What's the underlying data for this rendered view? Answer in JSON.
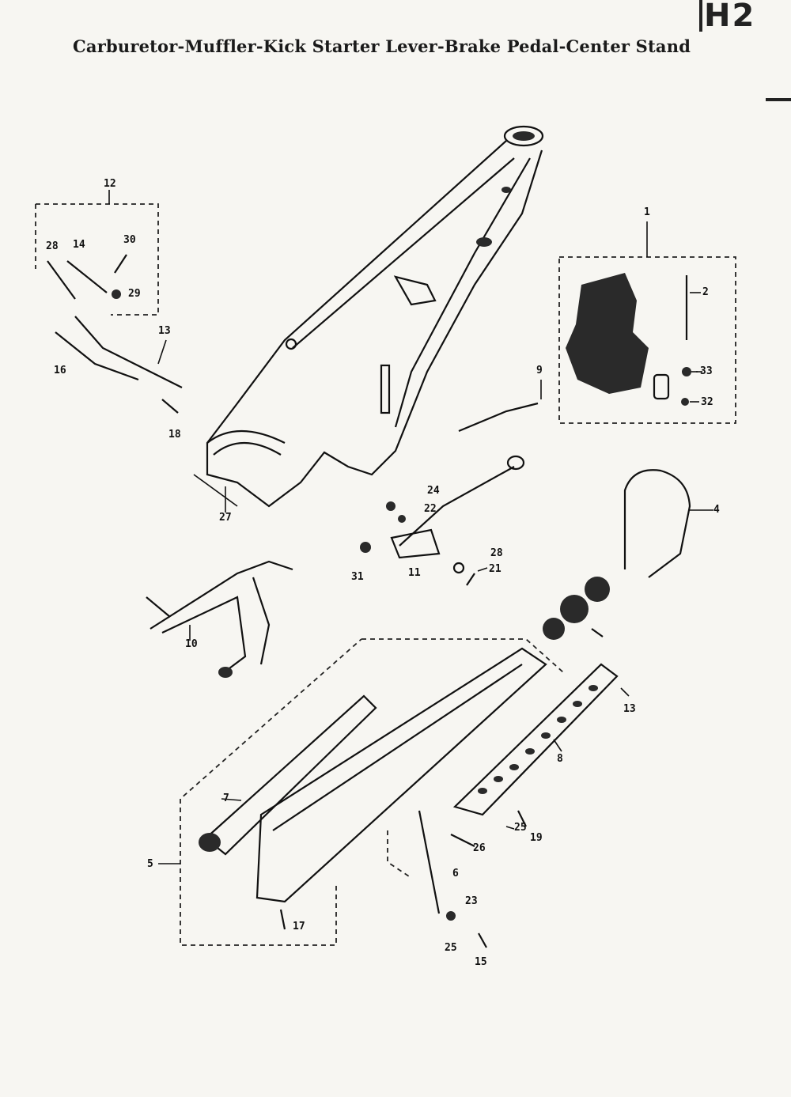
{
  "page": {
    "title": "Carburetor-Muffler-Kick Starter Lever-Brake Pedal-Center Stand",
    "code": "H2"
  },
  "callouts": [
    {
      "id": "c1",
      "label": "1"
    },
    {
      "id": "c2",
      "label": "2"
    },
    {
      "id": "c33",
      "label": "33"
    },
    {
      "id": "c32",
      "label": "32"
    },
    {
      "id": "c4",
      "label": "4"
    },
    {
      "id": "c12",
      "label": "12"
    },
    {
      "id": "c28a",
      "label": "28"
    },
    {
      "id": "c14",
      "label": "14"
    },
    {
      "id": "c30",
      "label": "30"
    },
    {
      "id": "c29",
      "label": "29"
    },
    {
      "id": "c13a",
      "label": "13"
    },
    {
      "id": "c16",
      "label": "16"
    },
    {
      "id": "c18",
      "label": "18"
    },
    {
      "id": "c9",
      "label": "9"
    },
    {
      "id": "c27",
      "label": "27"
    },
    {
      "id": "c24",
      "label": "24"
    },
    {
      "id": "c22",
      "label": "22"
    },
    {
      "id": "c28b",
      "label": "28"
    },
    {
      "id": "c21",
      "label": "21"
    },
    {
      "id": "c31",
      "label": "31"
    },
    {
      "id": "c11",
      "label": "11"
    },
    {
      "id": "c10",
      "label": "10"
    },
    {
      "id": "c13b",
      "label": "13"
    },
    {
      "id": "c8",
      "label": "8"
    },
    {
      "id": "c7",
      "label": "7"
    },
    {
      "id": "c5",
      "label": "5"
    },
    {
      "id": "c25a",
      "label": "25"
    },
    {
      "id": "c19",
      "label": "19"
    },
    {
      "id": "c26",
      "label": "26"
    },
    {
      "id": "c6",
      "label": "6"
    },
    {
      "id": "c17",
      "label": "17"
    },
    {
      "id": "c23",
      "label": "23"
    },
    {
      "id": "c25b",
      "label": "25"
    },
    {
      "id": "c15",
      "label": "15"
    }
  ]
}
